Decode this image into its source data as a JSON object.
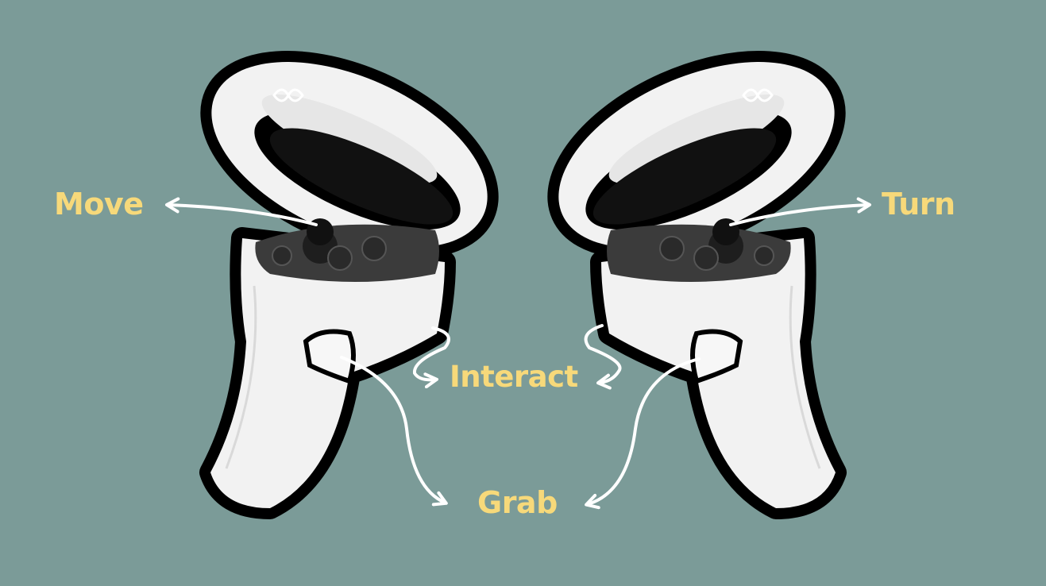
{
  "diagram": {
    "background_color": "#7b9b98",
    "label_color": "#f7d97a",
    "arrow_color": "#ffffff",
    "controller_color": "#f2f2f2",
    "faceplate_color": "#3b3b3b",
    "labels": {
      "move": "Move",
      "turn": "Turn",
      "interact": "Interact",
      "grab": "Grab"
    },
    "icons": [
      "left-controller-icon",
      "right-controller-icon",
      "meta-logo-icon",
      "thumbstick-icon"
    ]
  }
}
